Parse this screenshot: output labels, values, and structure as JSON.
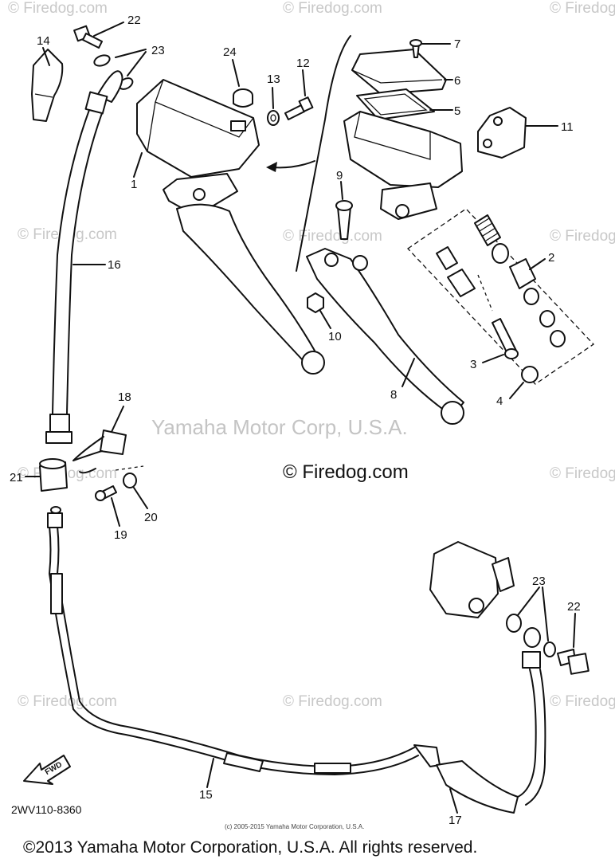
{
  "watermarks": {
    "firedog": "© Firedog.com",
    "firedog_center": "© Firedog.com",
    "yamaha_corp": "Yamaha Motor Corp, U.S.A."
  },
  "part_labels": {
    "p1": "1",
    "p2": "2",
    "p3": "3",
    "p4": "4",
    "p5": "5",
    "p6": "6",
    "p7": "7",
    "p8": "8",
    "p9": "9",
    "p10": "10",
    "p11": "11",
    "p12": "12",
    "p13": "13",
    "p14": "14",
    "p15": "15",
    "p16": "16",
    "p17": "17",
    "p18": "18",
    "p19": "19",
    "p20": "20",
    "p21": "21",
    "p22a": "22",
    "p22b": "22",
    "p23a": "23",
    "p23b": "23",
    "p24": "24"
  },
  "forward_arrow": "FWD",
  "diagram_code": "2WV110-8360",
  "small_copyright": "(c) 2005-2015 Yamaha Motor Corporation, U.S.A.",
  "footer_copyright": "©2013 Yamaha Motor Corporation, U.S.A. All rights reserved."
}
